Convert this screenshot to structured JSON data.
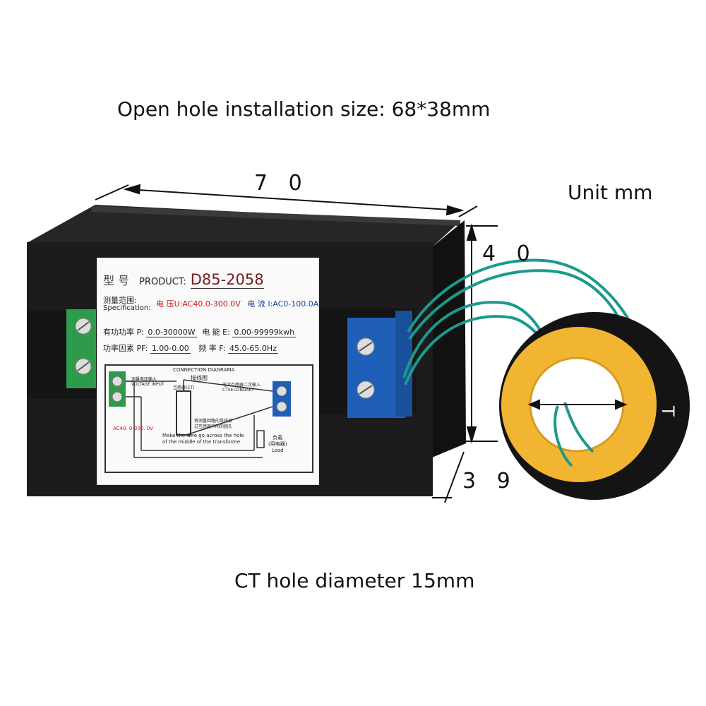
{
  "captions": {
    "top": "Open hole installation size: 68*38mm",
    "unit": "Unit mm",
    "bottom": "CT hole diameter 15mm"
  },
  "dimensions": {
    "width": "7 0",
    "height": "4 0",
    "depth": "3 9"
  },
  "label": {
    "model_cn": "型 号",
    "product_label": "PRODUCT:",
    "model": "D85-2058",
    "spec_cn": "测量范围:",
    "spec_en": "Specification:",
    "voltage": "电 压U:AC40.0-300.0V",
    "current": "电 流 I:AC0-100.0A",
    "power_label": "有功功率 P:",
    "power_value": "0.0-30000W",
    "energy_label": "电 能 E:",
    "energy_value": "0.00-99999kwh",
    "pf_label": "功率因素 PF:",
    "pf_value": "1.00-0.00",
    "freq_label": "频 率 F:",
    "freq_value": "45.0-65.0Hz",
    "diagram_title": "CONNECTION DIAGRAMA",
    "diagram_title_cn": "接线图",
    "voltage_input_cn": "测量电压输入",
    "voltage_input_en": "VOLTAGE INPUT",
    "ct_label": "互感器(CT)",
    "ct_secondary_cn": "电流互感器二次输入",
    "ct_secondary_en": "CTSECONDARY",
    "ac_range": "AC40. 0-300. 0V",
    "wire_note_cn_1": "将测量回路的导线穿",
    "wire_note_cn_2": "过互感器中间的圆孔",
    "wire_note_en_1": "Make the wire go across the hole",
    "wire_note_en_2": "of the middle of the transforme",
    "load_cn": "负载",
    "load_cn_2": "(用电器)",
    "load_en": "Load"
  },
  "colors": {
    "device_body": "#1a1a1a",
    "green_terminal": "#2e9b4c",
    "blue_terminal": "#1f5fb8",
    "wire": "#1b9a8c",
    "ct_ring": "#141414",
    "ct_core": "#f2b531"
  }
}
